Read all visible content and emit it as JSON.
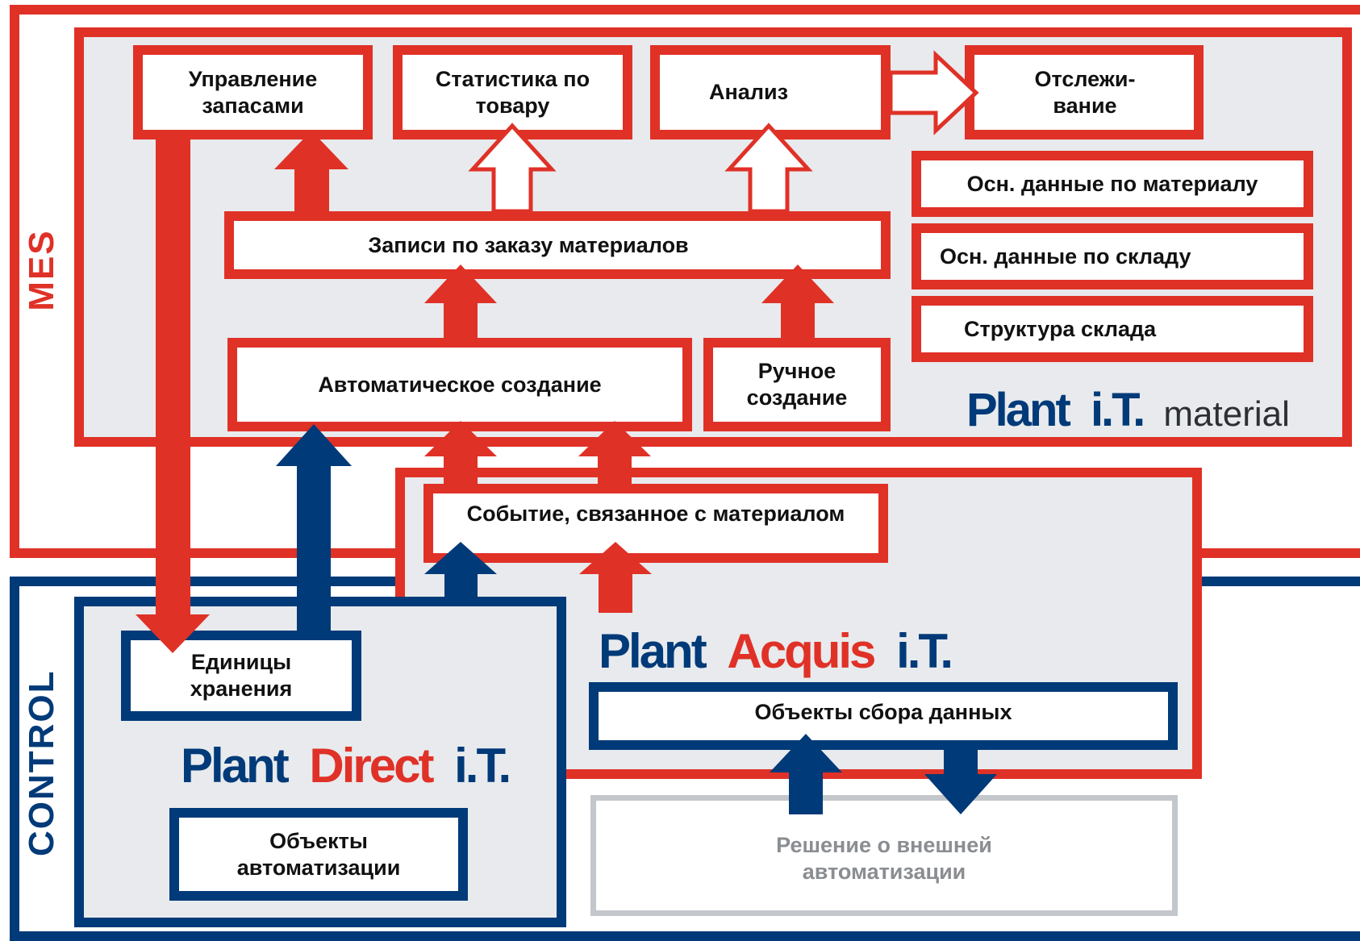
{
  "colors": {
    "mes_red": "#e03127",
    "control_navy": "#003a78",
    "panel_gray": "#e8eaed",
    "external_gray": "#c3c6cb",
    "external_text": "#8a8d91"
  },
  "zones": {
    "mes_label": "MES",
    "control_label": "CONTROL"
  },
  "mes_boxes": {
    "inventory_management": "Управление\nзапасами",
    "product_statistics": "Статистика по\nтовару",
    "analysis": "Анализ",
    "tracking": "Отслежи-\nвание",
    "material_order_records": "Записи по заказу материалов",
    "automatic_creation": "Автоматическое создание",
    "manual_creation": "Ручное\nсоздание",
    "material_master_data": "Осн. данные по материалу",
    "warehouse_master_data": "Осн. данные по складу",
    "warehouse_structure": "Структура склада"
  },
  "acquis_boxes": {
    "material_event": "Событие, связанное с материалом",
    "data_collection_objects": "Объекты сбора данных"
  },
  "control_boxes": {
    "storage_units": "Единицы\nхранения",
    "automation_objects": "Объекты\nавтоматизации",
    "external_automation": "Решение о внешней\nавтоматизации"
  },
  "logos": {
    "material": {
      "plant": "Plant",
      "it": "i.T.",
      "suffix": "material"
    },
    "acquis": {
      "plant": "Plant",
      "name": "Acquis",
      "it": "i.T."
    },
    "direct": {
      "plant": "Plant",
      "name": "Direct",
      "it": "i.T."
    }
  }
}
